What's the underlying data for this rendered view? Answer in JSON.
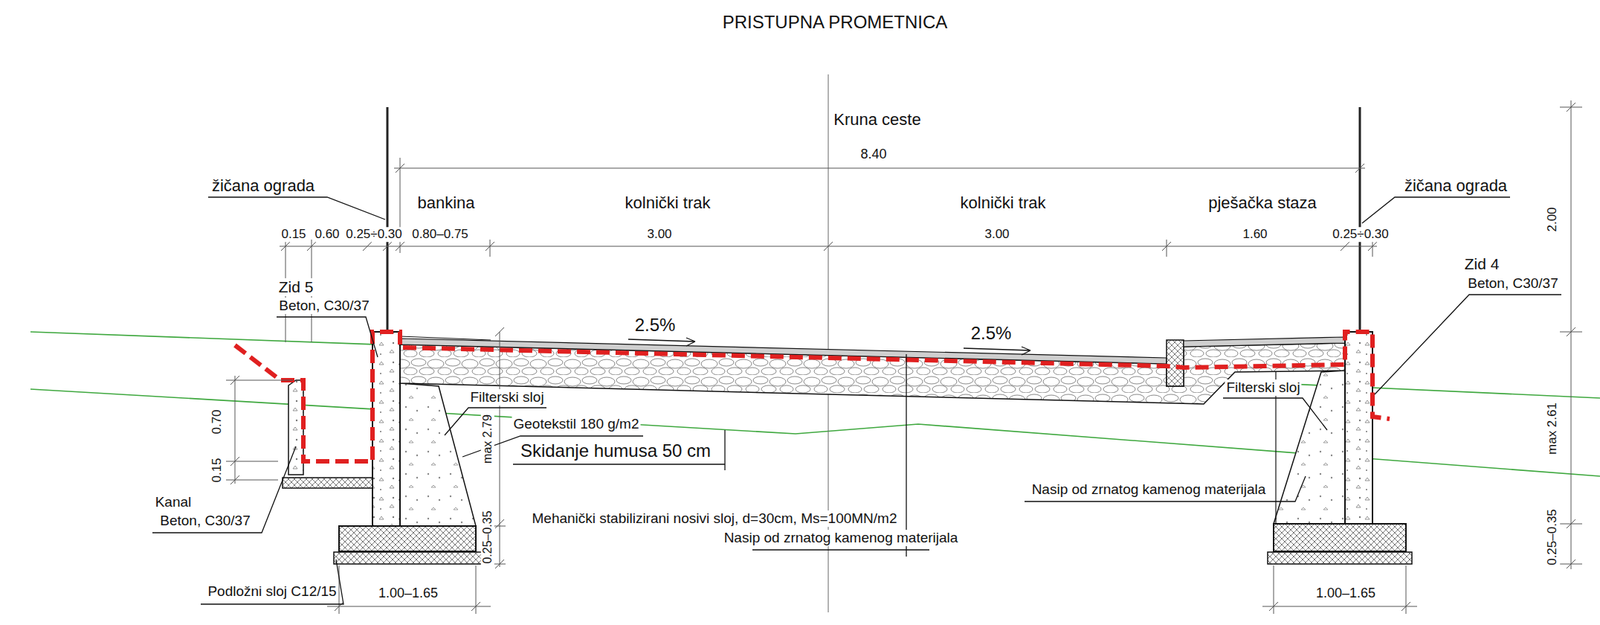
{
  "diagram": {
    "title": "PRISTUPNA PROMETNICA",
    "labels": [
      "Kruna ceste",
      "8.40",
      "žičana ograda",
      "bankina",
      "kolnički trak",
      "kolnički trak",
      "pješačka staza",
      "žičana ograda",
      "0.15",
      "0.60",
      "0.25÷0.30",
      "0.80–0.75",
      "3.00",
      "3.00",
      "1.60",
      "0.25÷0.30",
      "2.00",
      "Zid 5",
      "Beton, C30/37",
      "Zid 4",
      "Beton, C30/37",
      "2.5%",
      "2.5%",
      "Filterski sloj",
      "Geotekstil 180 g/m2",
      "Skidanje humusa 50 cm",
      "max 2.79",
      "0.70",
      "0.15",
      "Filterski sloj",
      "max 2.61",
      "Nasip od zrnatog kamenog materijala",
      "Mehanički stabilizirani nosivi sloj, d=30cm, Ms=100MN/m2",
      "Nasip od zrnatog kamenog materijala",
      "Kanal",
      "Beton, C30/37",
      "0.25–0.35",
      "0.25–0.35",
      "Podložni sloj C12/15",
      "1.00–1.65",
      "1.00–1.65"
    ]
  }
}
